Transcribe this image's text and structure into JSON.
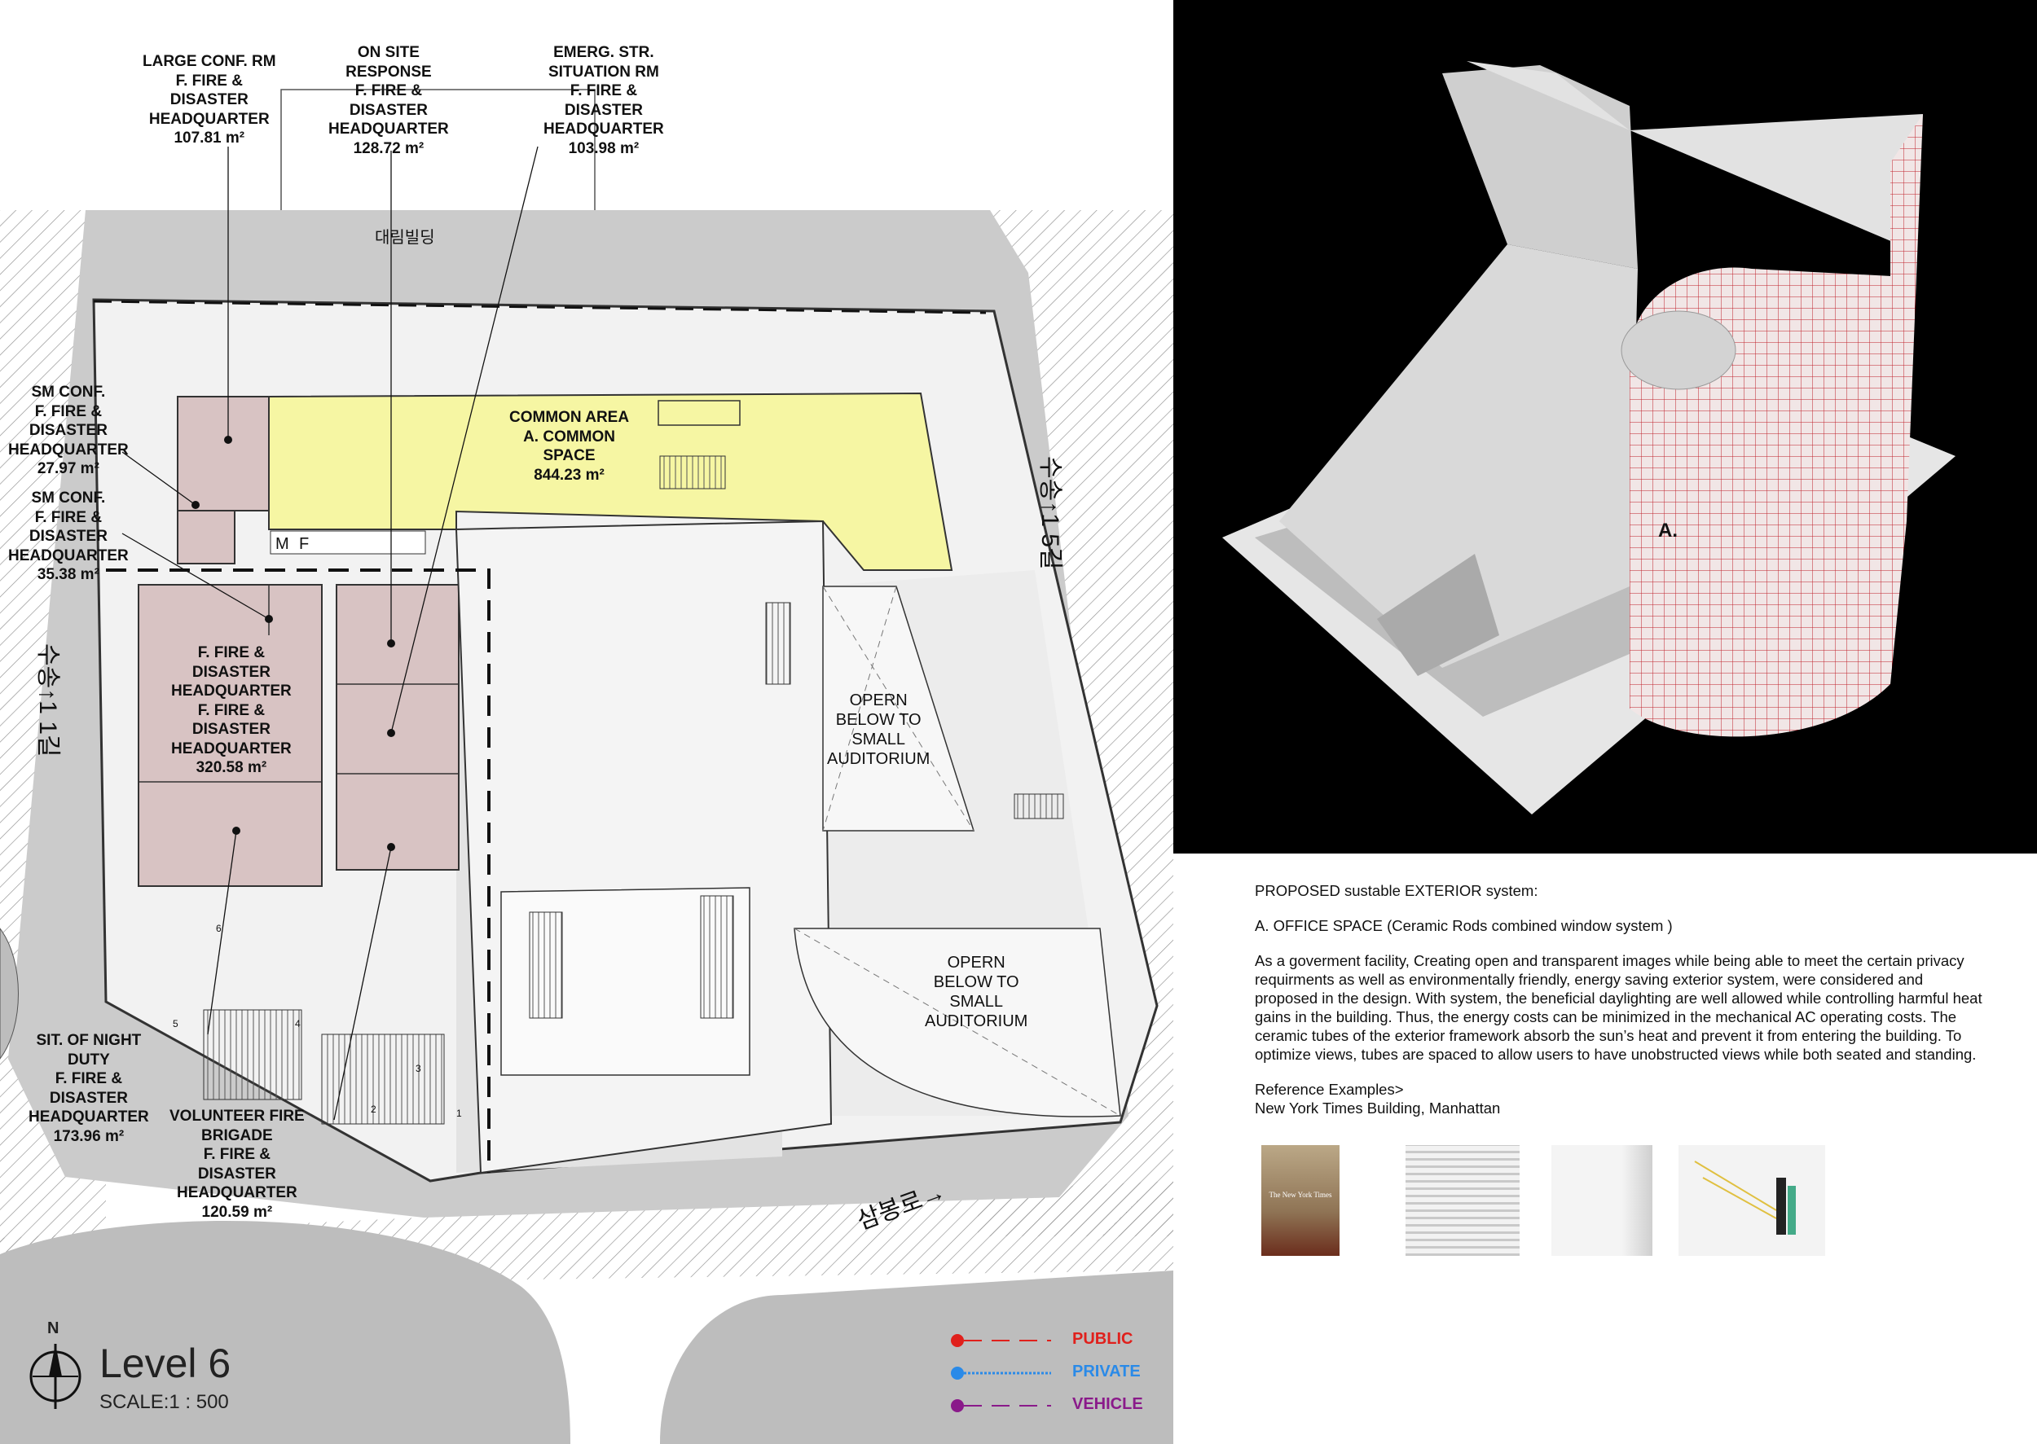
{
  "labels": {
    "large_conf": [
      "LARGE CONF. RM",
      "F. FIRE &",
      "DISASTER",
      "HEADQUARTER",
      "107.81 m²"
    ],
    "on_site": [
      "ON SITE",
      "RESPONSE",
      "F. FIRE &",
      "DISASTER",
      "HEADQUARTER",
      "128.72 m²"
    ],
    "emerg": [
      "EMERG. STR.",
      "SITUATION RM",
      "F. FIRE &",
      "DISASTER",
      "HEADQUARTER",
      "103.98 m²"
    ],
    "sm_conf_1": [
      "SM CONF.",
      "F. FIRE &",
      "DISASTER",
      "HEADQUARTER",
      "27.97 m²"
    ],
    "sm_conf_2": [
      "SM CONF.",
      "F. FIRE &",
      "DISASTER",
      "HEADQUARTER",
      "35.38 m²"
    ],
    "common": [
      "COMMON AREA",
      "A. COMMON",
      "SPACE",
      "844.23 m²"
    ],
    "fdhq": [
      "F. FIRE &",
      "DISASTER",
      "HEADQUARTER",
      "F. FIRE &",
      "DISASTER",
      "HEADQUARTER",
      "320.58 m²"
    ],
    "night": [
      "SIT. OF NIGHT",
      "DUTY",
      "F. FIRE &",
      "DISASTER",
      "HEADQUARTER",
      "173.96 m²"
    ],
    "volunteer": [
      "VOLUNTEER FIRE",
      "BRIGADE",
      "F. FIRE &",
      "DISASTER",
      "HEADQUARTER",
      "120.59 m²"
    ],
    "open1": [
      "OPERN",
      "BELOW TO",
      "SMALL",
      "AUDITORIUM"
    ],
    "open2": [
      "OPERN",
      "BELOW TO",
      "SMALL",
      "AUDITORIUM"
    ],
    "building_name": "대림빌딩",
    "road_east": "수송↑1 5길",
    "road_west": "수송↑1 1길",
    "road_south": "삼봉로→",
    "core_m": "M",
    "core_f": "F",
    "model_mark": "A.",
    "stair_numbers": [
      "1",
      "2",
      "3",
      "4",
      "5",
      "6"
    ]
  },
  "footer": {
    "north": "N",
    "title": "Level 6",
    "scale": "SCALE:1 : 500"
  },
  "legend": [
    {
      "label": "PUBLIC",
      "color": "#e0201c"
    },
    {
      "label": "PRIVATE",
      "color": "#2a8ae8"
    },
    {
      "label": "VEHICLE",
      "color": "#8a1a8a"
    }
  ],
  "description": {
    "heading": "PROPOSED sustable EXTERIOR system:",
    "subheading": "A. OFFICE SPACE (Ceramic Rods combined window system )",
    "body": "As a goverment facility, Creating open and transparent images while being able to meet the certain privacy requirments as well as environmentally friendly, energy saving exterior system, were considered and proposed in the design. With system, the beneficial daylighting are well allowed while controlling harmful heat gains in the building. Thus, the energy costs can be minimized in the mechanical AC operating costs. The ceramic tubes of the exterior framework absorb the sun’s heat and prevent it from entering the building.  To optimize views, tubes are spaced to allow users to have unobstructed views while both seated and standing.",
    "ref_heading": "Reference Examples>",
    "ref_name": "New York Times Building, Manhattan",
    "ref_logo": "The New York Times"
  },
  "colors": {
    "office_fill": "#d8c3c3",
    "common_fill": "#f6f6a3",
    "grey": "#cbcbcb",
    "model_grid": "#c0202a"
  }
}
